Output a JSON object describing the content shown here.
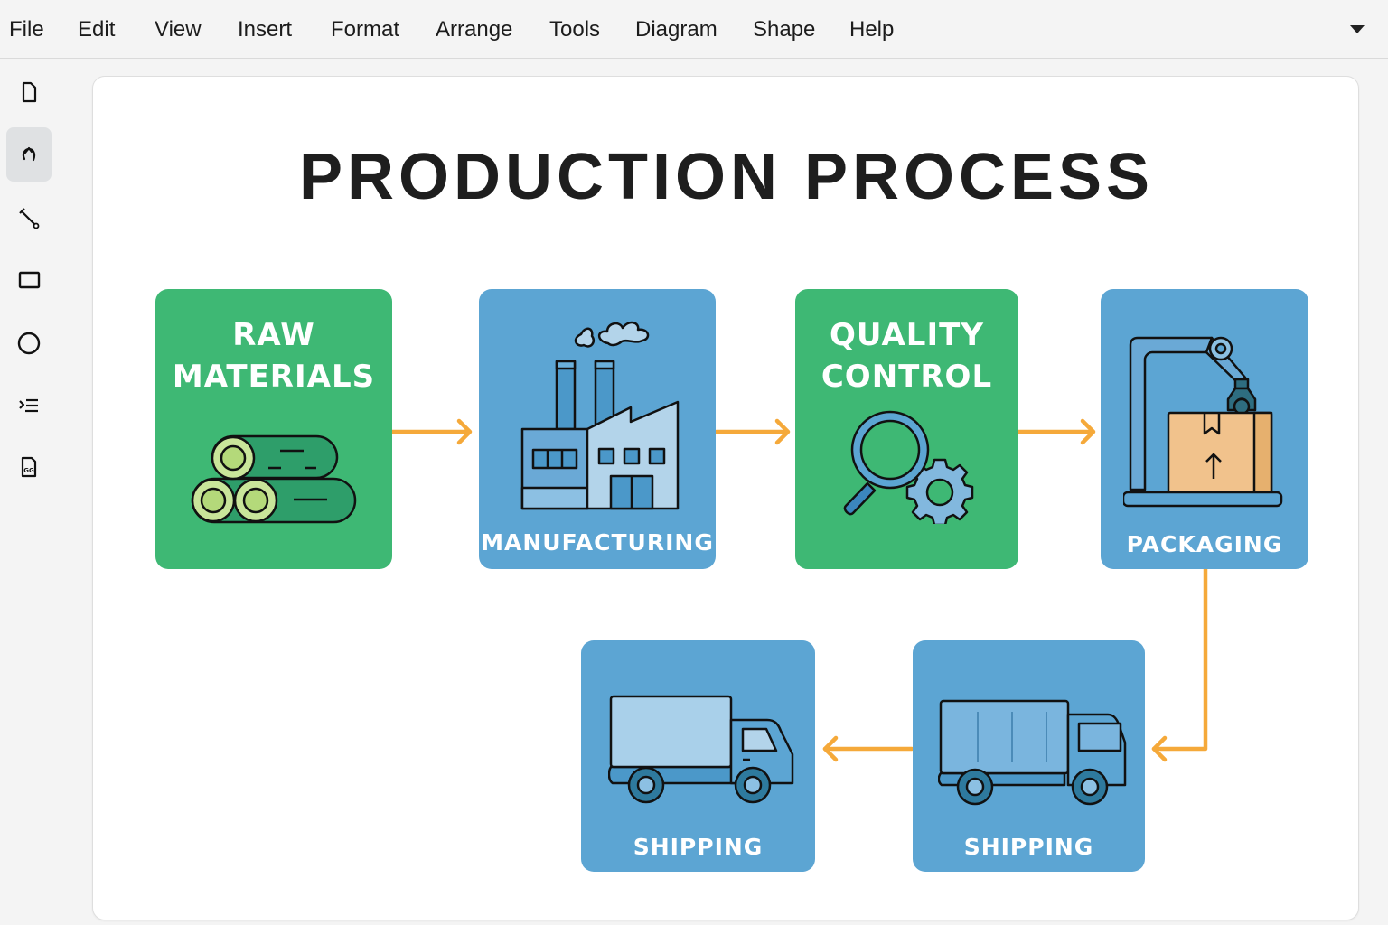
{
  "menubar": {
    "items": [
      "File",
      "Edit",
      "View",
      "Insert",
      "Format",
      "Arrange",
      "Tools",
      "Diagram",
      "Shape",
      "Help"
    ],
    "dropdown_icon": "caret-down-icon"
  },
  "sidebar": {
    "tools": [
      {
        "name": "new-page",
        "icon": "page-icon",
        "active": false
      },
      {
        "name": "undo",
        "icon": "undo-arrow-icon",
        "active": true
      },
      {
        "name": "connector",
        "icon": "line-connector-icon",
        "active": false
      },
      {
        "name": "rectangle",
        "icon": "rectangle-icon",
        "active": false
      },
      {
        "name": "ellipse",
        "icon": "circle-icon",
        "active": false
      },
      {
        "name": "list",
        "icon": "list-indent-icon",
        "active": false
      },
      {
        "name": "export",
        "icon": "file-export-icon",
        "active": false
      }
    ]
  },
  "diagram": {
    "title": "PRODUCTION PROCESS",
    "colors": {
      "green": "#3eb874",
      "blue": "#5ca5d3",
      "arrow": "#f5a93a",
      "title": "#1e1e1e"
    },
    "steps": [
      {
        "label_line1": "RAW",
        "label_line2": "MATERIALS",
        "color": "green",
        "icon": "logs-icon"
      },
      {
        "label": "MANUFACTURING",
        "color": "blue",
        "icon": "factory-icon"
      },
      {
        "label_line1": "QUALITY",
        "label_line2": "CONTROL",
        "color": "green",
        "icon": "magnifier-gear-icon"
      },
      {
        "label": "PACKAGING",
        "color": "blue",
        "icon": "robot-arm-box-icon"
      },
      {
        "label": "SHIPPING",
        "color": "blue",
        "icon": "truck-icon"
      },
      {
        "label": "SHIPPING",
        "color": "blue",
        "icon": "container-truck-icon"
      }
    ],
    "flow": [
      "RAW MATERIALS -> MANUFACTURING",
      "MANUFACTURING -> QUALITY CONTROL",
      "QUALITY CONTROL -> PACKAGING",
      "PACKAGING -> SHIPPING (right)",
      "SHIPPING (right) -> SHIPPING (left)"
    ]
  }
}
